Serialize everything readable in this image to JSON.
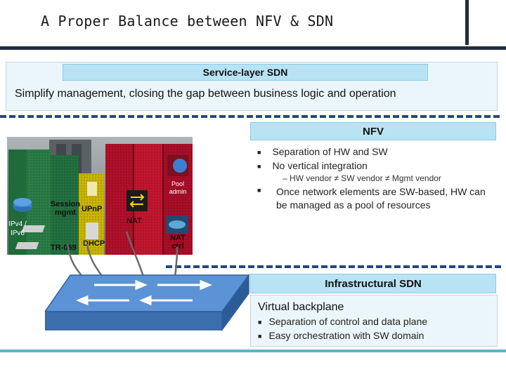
{
  "title": "A Proper Balance between NFV & SDN",
  "service_layer": {
    "header": "Service-layer SDN",
    "text": "Simplify management, closing the gap between business logic and operation"
  },
  "nfv": {
    "header": "NFV",
    "bullets": [
      "Separation of HW and SW",
      "No vertical integration",
      "Once network elements are SW-based, HW can be managed as a pool of resources"
    ],
    "sub_bullet": "– HW vendor ≠ SW vendor ≠ Mgmt vendor"
  },
  "diagram_labels": {
    "session_mgmt": "Session mgmt",
    "ipv4_ipv6": "IPv4 / IPv6",
    "tr069": "TR-069",
    "upnp": "UPnP",
    "dhcp": "DHCP",
    "nat": "NAT",
    "pool_admin": "Pool admin",
    "nat_ctrl": "NAT ctrl"
  },
  "infrastructural": {
    "header": "Infrastructural SDN",
    "subtitle": "Virtual backplane",
    "bullets": [
      "Separation of control and data plane",
      "Easy orchestration with SW domain"
    ]
  },
  "colors": {
    "title_rule": "#1f2d3d",
    "bottom_rule": "#5fb3c6",
    "header_fill": "#b8e3f4",
    "panel_fill": "#eaf6fb",
    "dash": "#24468a",
    "rack_green": "#1f6b3a",
    "rack_yellow": "#c9b400",
    "rack_red": "#b0102a",
    "switch_blue": "#4f84c8"
  }
}
